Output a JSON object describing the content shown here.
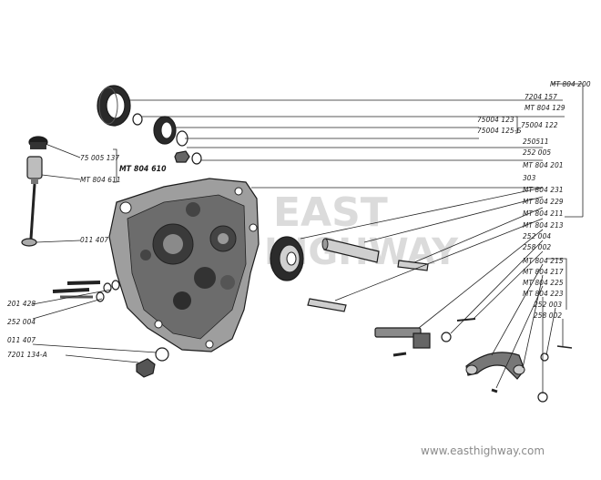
{
  "watermark": {
    "line1": "EAST",
    "line2": "HIGHWAY"
  },
  "footer": {
    "url": "www.easthighway.com"
  },
  "labels": {
    "mt804200": "MT 804 200",
    "l7204157": "7204 157",
    "mt804129": "MT 804 129",
    "l75004123": "75004 123",
    "l75004122": "75004 122",
    "l75004125b": "75004 125-Б",
    "l250511": "250511",
    "l252005": "252 005",
    "mt804201": "MT 804 201",
    "l303": "303",
    "mt804231": "MT 804 231",
    "mt804229": "MT 804 229",
    "mt804211": "MT 804 211",
    "mt804213": "MT 804 213",
    "l252004a": "252 004",
    "l258002a": "258 002",
    "mt804215": "MT 804 215",
    "mt804217": "MT 804 217",
    "mt804225": "MT 804 225",
    "mt804223": "MT 804 223",
    "l252003": "252 003",
    "l258002b": "258 002",
    "l75005137": "75 005 137",
    "mt804611": "MT 804 611",
    "mt804610": "MT 804 610",
    "l011407a": "011 407",
    "l201428": "201 428",
    "l252004b": "252 004",
    "l011407b": "011 407",
    "l7201134a": "7201 134-A"
  }
}
